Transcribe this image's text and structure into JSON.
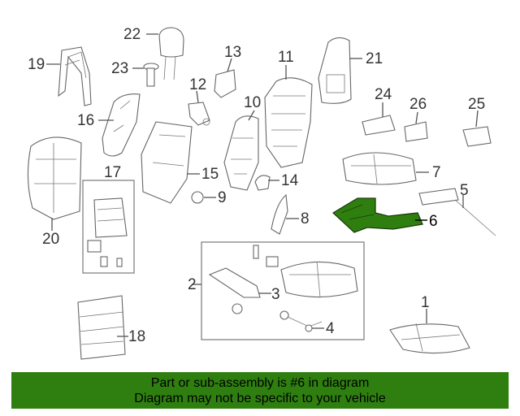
{
  "callouts": {
    "c1": "1",
    "c2": "2",
    "c3": "3",
    "c4": "4",
    "c5": "5",
    "c6": "6",
    "c7": "7",
    "c8": "8",
    "c9": "9",
    "c10": "10",
    "c11": "11",
    "c12": "12",
    "c13": "13",
    "c14": "14",
    "c15": "15",
    "c16": "16",
    "c17": "17",
    "c18": "18",
    "c19": "19",
    "c20": "20",
    "c21": "21",
    "c22": "22",
    "c23": "23",
    "c24": "24",
    "c25": "25",
    "c26": "26"
  },
  "highlight": {
    "part": "6",
    "color": "#2f7f10"
  },
  "banner": {
    "line1": "Part or sub-assembly is #6 in diagram",
    "line2": "Diagram may not be specific to your vehicle",
    "color": "#2f7f10"
  }
}
